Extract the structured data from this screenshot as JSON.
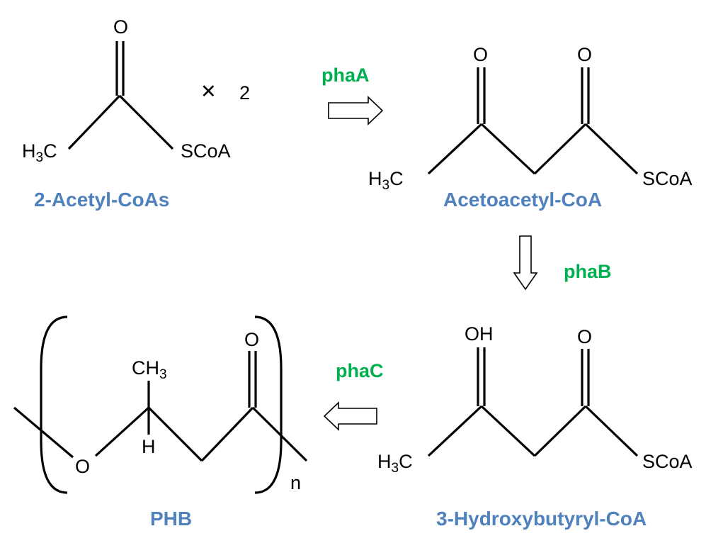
{
  "colors": {
    "compound": "#4F81BD",
    "enzyme": "#00B050"
  },
  "compounds": {
    "acetyl": {
      "name": "2-Acetyl-CoAs",
      "multiplier": "2",
      "multiply_symbol": "✕"
    },
    "acetoacetyl": {
      "name": "Acetoacetyl-CoA"
    },
    "hydroxybutyryl": {
      "name": "3-Hydroxybutyryl-CoA"
    },
    "phb": {
      "name": "PHB",
      "repeat_n": "n"
    }
  },
  "enzymes": {
    "a": "phaA",
    "b": "phaB",
    "c": "phaC"
  },
  "atoms": {
    "o": "O",
    "oh": "OH",
    "h3": "H",
    "c": "C",
    "scoa": "SCoA",
    "three": "3",
    "ch": "CH",
    "h": "H"
  }
}
